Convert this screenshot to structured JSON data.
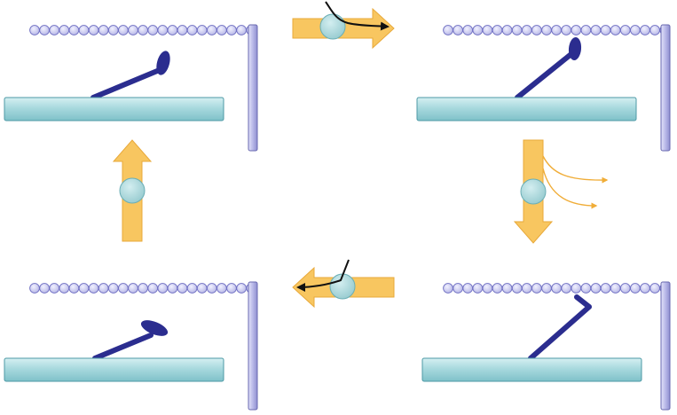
{
  "colors": {
    "background": "#ffffff",
    "bead_fill": "#c9c9f0",
    "bead_stroke": "#6e6ec2",
    "wall_fill": "#b9b9e8",
    "wall_stroke": "#6a6ab0",
    "substrate_fill": "#a8d9de",
    "substrate_stroke": "#4e9aa6",
    "lever_color": "#2b2d8f",
    "arrow_fill": "#f8c660",
    "arrow_stroke": "#e8a93a",
    "circle_fill": "#a9d6da",
    "circle_stroke": "#6aaeb5",
    "trace_color": "#111111",
    "small_arrow_color": "#f0ad38"
  },
  "panels": [
    {
      "id": "top-left",
      "lever_pose": "tilted-down"
    },
    {
      "id": "top-right",
      "lever_pose": "raised-to-beads"
    },
    {
      "id": "bottom-right",
      "lever_pose": "hooked-to-beads"
    },
    {
      "id": "bottom-left",
      "lever_pose": "released"
    }
  ],
  "transitions": [
    {
      "id": "top",
      "direction": "right",
      "trace": "curved-line"
    },
    {
      "id": "right",
      "direction": "down",
      "trace": "two-small-arrows"
    },
    {
      "id": "bottom",
      "direction": "left",
      "trace": "line"
    },
    {
      "id": "left",
      "direction": "up",
      "trace": "none"
    }
  ]
}
